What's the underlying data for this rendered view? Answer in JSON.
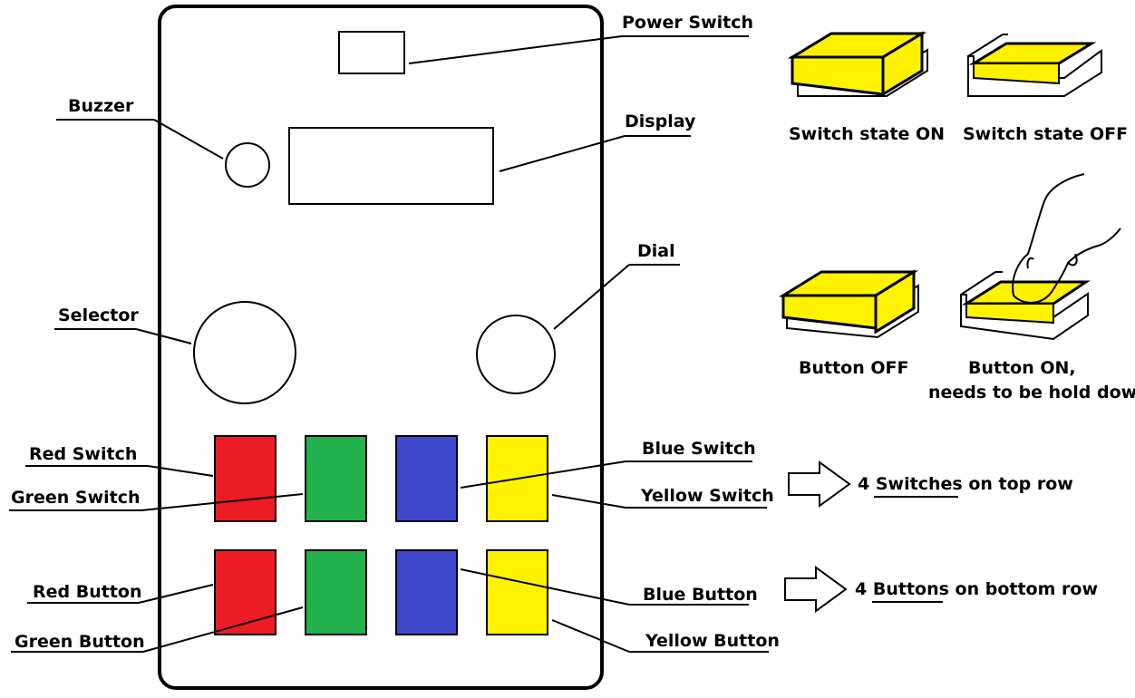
{
  "device": {
    "parts": {
      "power_switch": "Power Switch",
      "buzzer": "Buzzer",
      "display": "Display",
      "dial": "Dial",
      "selector": "Selector"
    },
    "switches": {
      "red": "Red Switch",
      "green": "Green Switch",
      "blue": "Blue Switch",
      "yellow": "Yellow Switch"
    },
    "buttons": {
      "red": "Red Button",
      "green": "Green Button",
      "blue": "Blue Button",
      "yellow": "Yellow Button"
    }
  },
  "colors": {
    "red": "#ed1c24",
    "green": "#22b14c",
    "blue": "#3f48cc",
    "yellow": "#fff200"
  },
  "legend": {
    "switch_on": "Switch state ON",
    "switch_off": "Switch state OFF",
    "button_off": "Button OFF",
    "button_on_line1": "Button ON,",
    "button_on_line2": "needs to be hold down"
  },
  "rows": {
    "top_count": "4",
    "top_keyword": "Switches",
    "top_rest": "on top row",
    "bottom_count": "4",
    "bottom_keyword": "Buttons",
    "bottom_rest": "on bottom row"
  }
}
